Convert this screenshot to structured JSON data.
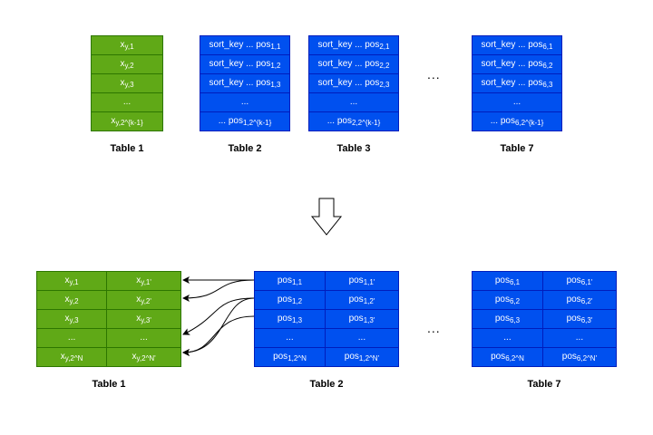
{
  "top": {
    "table1": {
      "label": "Table 1",
      "rows": [
        [
          "x",
          "y,1"
        ],
        [
          "x",
          "y,2"
        ],
        [
          "x",
          "y,3"
        ],
        [
          "...",
          ""
        ],
        [
          "x",
          "y,2^{k-1}"
        ]
      ]
    },
    "table2": {
      "label": "Table 2",
      "rows": [
        [
          "sort_key ... pos",
          "1,1"
        ],
        [
          "sort_key ... pos",
          "1,2"
        ],
        [
          "sort_key ... pos",
          "1,3"
        ],
        [
          "...",
          ""
        ],
        [
          "... pos",
          "1,2^{k-1}"
        ]
      ]
    },
    "table3": {
      "label": "Table 3",
      "rows": [
        [
          "sort_key ... pos",
          "2,1"
        ],
        [
          "sort_key ... pos",
          "2,2"
        ],
        [
          "sort_key ... pos",
          "2,3"
        ],
        [
          "...",
          ""
        ],
        [
          "... pos",
          "2,2^{k-1}"
        ]
      ]
    },
    "ellipsis": "...",
    "table7": {
      "label": "Table 7",
      "rows": [
        [
          "sort_key ... pos",
          "6,1"
        ],
        [
          "sort_key ... pos",
          "6,2"
        ],
        [
          "sort_key ... pos",
          "6,3"
        ],
        [
          "...",
          ""
        ],
        [
          "... pos",
          "6,2^{k-1}"
        ]
      ]
    }
  },
  "bottom": {
    "table1": {
      "label": "Table 1",
      "rows": [
        [
          [
            "x",
            "y,1"
          ],
          [
            "x",
            "y,1'"
          ]
        ],
        [
          [
            "x",
            "y,2"
          ],
          [
            "x",
            "y,2'"
          ]
        ],
        [
          [
            "x",
            "y,3"
          ],
          [
            "x",
            "y,3'"
          ]
        ],
        [
          [
            "...",
            ""
          ],
          [
            "...",
            ""
          ]
        ],
        [
          [
            "x",
            "y,2^N"
          ],
          [
            "x",
            "y,2^N'"
          ]
        ]
      ]
    },
    "table2": {
      "label": "Table 2",
      "rows": [
        [
          [
            "pos",
            "1,1"
          ],
          [
            "pos",
            "1,1'"
          ]
        ],
        [
          [
            "pos",
            "1,2"
          ],
          [
            "pos",
            "1,2'"
          ]
        ],
        [
          [
            "pos",
            "1,3"
          ],
          [
            "pos",
            "1,3'"
          ]
        ],
        [
          [
            "...",
            ""
          ],
          [
            "...",
            ""
          ]
        ],
        [
          [
            "pos",
            "1,2^N"
          ],
          [
            "pos",
            "1,2^N'"
          ]
        ]
      ]
    },
    "ellipsis": "...",
    "table7": {
      "label": "Table 7",
      "rows": [
        [
          [
            "pos",
            "6,1"
          ],
          [
            "pos",
            "6,1'"
          ]
        ],
        [
          [
            "pos",
            "6,2"
          ],
          [
            "pos",
            "6,2'"
          ]
        ],
        [
          [
            "pos",
            "6,3"
          ],
          [
            "pos",
            "6,3'"
          ]
        ],
        [
          [
            "...",
            ""
          ],
          [
            "...",
            ""
          ]
        ],
        [
          [
            "pos",
            "6,2^N"
          ],
          [
            "pos",
            "6,2^N'"
          ]
        ]
      ]
    }
  }
}
